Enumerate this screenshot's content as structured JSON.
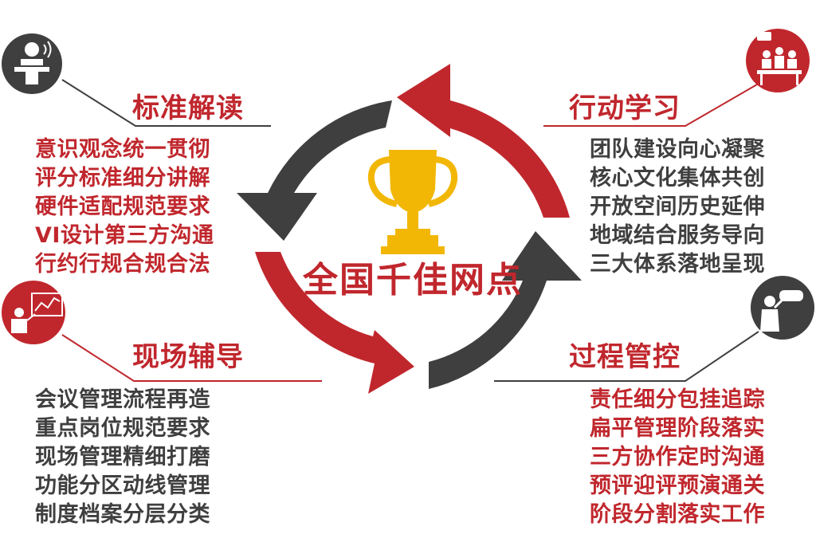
{
  "center": {
    "title": "全国千佳网点",
    "icon": "trophy-icon"
  },
  "quadrants": {
    "top_left": {
      "heading": "标准解读",
      "icon": "speaker-podium-icon",
      "items": [
        "意识观念统一贯彻",
        "评分标准细分讲解",
        "硬件适配规范要求",
        "VI设计第三方沟通",
        "行约行规合规合法"
      ]
    },
    "top_right": {
      "heading": "行动学习",
      "icon": "team-meeting-icon",
      "items": [
        "团队建设向心凝聚",
        "核心文化集体共创",
        "开放空间历史延伸",
        "地域结合服务导向",
        "三大体系落地呈现"
      ]
    },
    "bottom_left": {
      "heading": "现场辅导",
      "icon": "presenter-chart-icon",
      "items": [
        "会议管理流程再造",
        "重点岗位规范要求",
        "现场管理精细打磨",
        "功能分区动线管理",
        "制度档案分层分类"
      ]
    },
    "bottom_right": {
      "heading": "过程管控",
      "icon": "binoculars-icon",
      "items": [
        "责任细分包挂追踪",
        "扁平管理阶段落实",
        "三方协作定时沟通",
        "预评迎评预演通关",
        "阶段分割落实工作"
      ]
    }
  },
  "colors": {
    "red": "#c0272d",
    "dark": "#3f3f3f",
    "gold": "#f2b705"
  }
}
